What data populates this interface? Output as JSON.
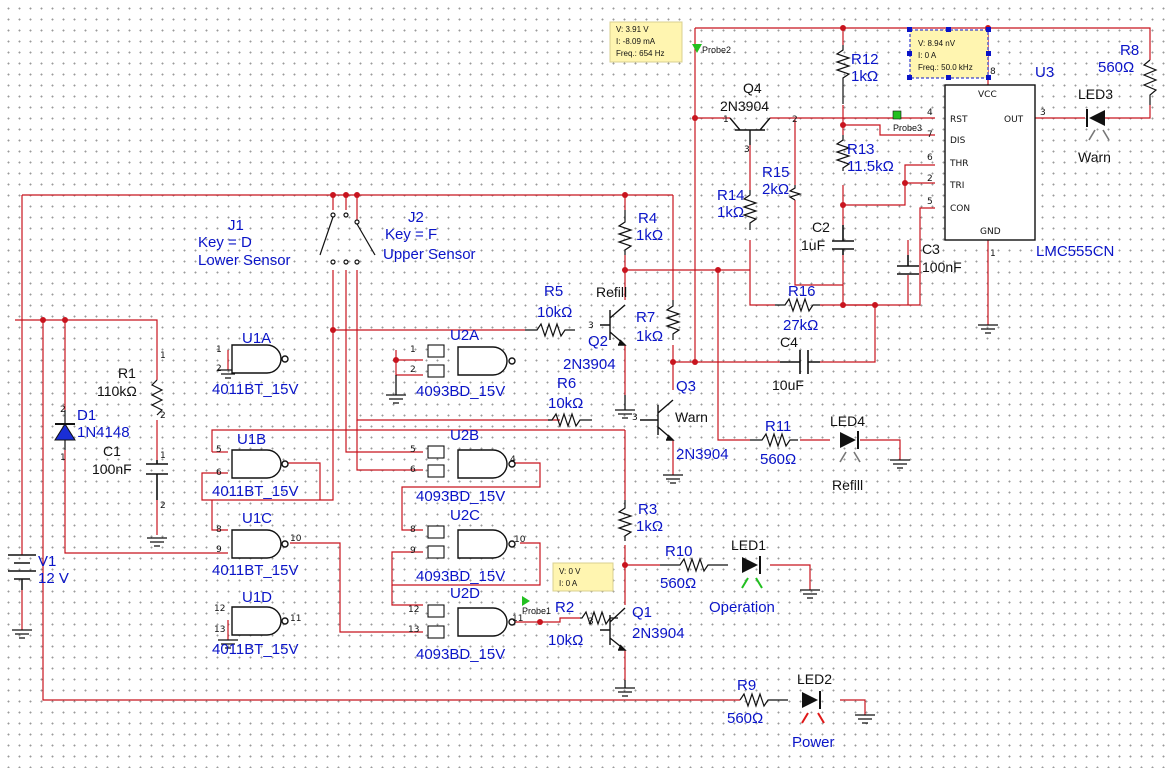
{
  "components": {
    "v1": {
      "name": "V1",
      "value": "12 V"
    },
    "d1": {
      "name": "D1",
      "value": "1N4148"
    },
    "r1": {
      "name": "R1",
      "value": "110kΩ"
    },
    "c1": {
      "name": "C1",
      "value": "100nF"
    },
    "j1": {
      "name": "J1",
      "key": "Key = D",
      "desc": "Lower Sensor"
    },
    "j2": {
      "name": "J2",
      "key": "Key = F",
      "desc": "Upper Sensor"
    },
    "u1a": {
      "name": "U1A",
      "part": "4011BT_15V"
    },
    "u1b": {
      "name": "U1B",
      "part": "4011BT_15V"
    },
    "u1c": {
      "name": "U1C",
      "part": "4011BT_15V"
    },
    "u1d": {
      "name": "U1D",
      "part": "4011BT_15V"
    },
    "u2a": {
      "name": "U2A",
      "part": "4093BD_15V"
    },
    "u2b": {
      "name": "U2B",
      "part": "4093BD_15V"
    },
    "u2c": {
      "name": "U2C",
      "part": "4093BD_15V"
    },
    "u2d": {
      "name": "U2D",
      "part": "4093BD_15V"
    },
    "r2": {
      "name": "R2",
      "value": "10kΩ"
    },
    "r3": {
      "name": "R3",
      "value": "1kΩ"
    },
    "r4": {
      "name": "R4",
      "value": "1kΩ"
    },
    "r5": {
      "name": "R5",
      "value": "10kΩ"
    },
    "r6": {
      "name": "R6",
      "value": "10kΩ"
    },
    "r7": {
      "name": "R7",
      "value": "1kΩ"
    },
    "r8": {
      "name": "R8",
      "value": "560Ω"
    },
    "r9": {
      "name": "R9",
      "value": "560Ω"
    },
    "r10": {
      "name": "R10",
      "value": "560Ω"
    },
    "r11": {
      "name": "R11",
      "value": "560Ω"
    },
    "r12": {
      "name": "R12",
      "value": "1kΩ"
    },
    "r13": {
      "name": "R13",
      "value": "11.5kΩ"
    },
    "r14": {
      "name": "R14",
      "value": "1kΩ"
    },
    "r15": {
      "name": "R15",
      "value": "2kΩ"
    },
    "r16": {
      "name": "R16",
      "value": "27kΩ"
    },
    "c2": {
      "name": "C2",
      "value": "1uF"
    },
    "c3": {
      "name": "C3",
      "value": "100nF"
    },
    "c4": {
      "name": "C4",
      "value": "10uF"
    },
    "q1": {
      "name": "Q1",
      "part": "2N3904"
    },
    "q2": {
      "name": "Q2",
      "part": "2N3904",
      "net": "Refill"
    },
    "q3": {
      "name": "Q3",
      "part": "2N3904",
      "net": "Warn"
    },
    "q4": {
      "name": "Q4",
      "part": "2N3904"
    },
    "u3": {
      "name": "U3",
      "part": "LMC555CN",
      "pins": {
        "vcc": "VCC",
        "rst": "RST",
        "out": "OUT",
        "dis": "DIS",
        "thr": "THR",
        "tri": "TRI",
        "con": "CON",
        "gnd": "GND"
      }
    },
    "led1": {
      "name": "LED1",
      "caption": "Operation"
    },
    "led2": {
      "name": "LED2",
      "caption": "Power"
    },
    "led3": {
      "name": "LED3",
      "caption": "Warn"
    },
    "led4": {
      "name": "LED4",
      "caption": "Refill"
    }
  },
  "probes": {
    "probe1": {
      "name": "Probe1",
      "voltage": "V: 0 V",
      "current": "I: 0 A"
    },
    "probe2": {
      "name": "Probe2",
      "voltage": "V: 3.91 V",
      "current": "I: -8.09 mA",
      "freq": "Freq.: 654 Hz"
    },
    "probe3": {
      "name": "Probe3",
      "voltage": "V: 8.94 nV",
      "current": "I: 0 A",
      "freq": "Freq.: 50.0 kHz"
    }
  },
  "pins": {
    "p1": "1",
    "p2": "2",
    "p3": "3",
    "p4": "4",
    "p5": "5",
    "p6": "6",
    "p7": "7",
    "p8": "8",
    "p9": "9",
    "p10": "10",
    "p11": "11",
    "p12": "12",
    "p13": "13"
  },
  "colors": {
    "wire": "#c8141e",
    "label": "#0a14c8",
    "probe_bg": "#fff5b0",
    "led_green": "#22c020",
    "led_red": "#e01818"
  }
}
